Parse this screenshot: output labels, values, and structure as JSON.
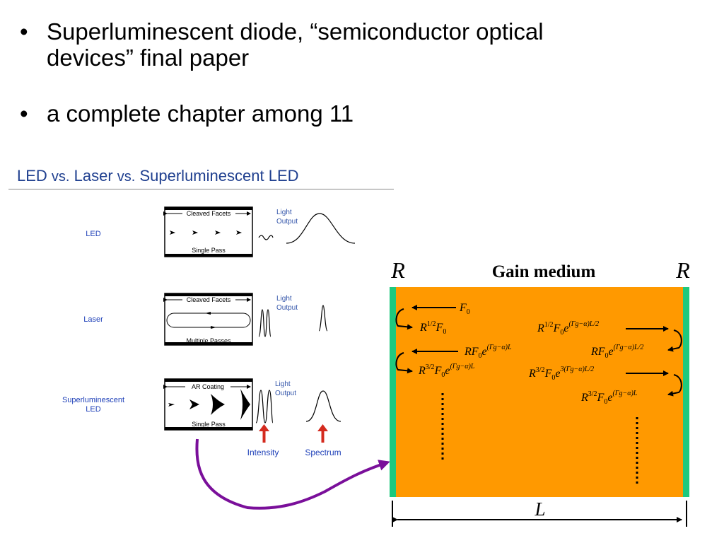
{
  "bullets": [
    {
      "line1": "Superluminescent diode, “semiconductor optical",
      "line2": "devices” final paper"
    },
    {
      "line1": "a complete chapter among 11"
    }
  ],
  "figure": {
    "title_parts": [
      "LED",
      "vs.",
      "Laser",
      "vs.",
      "Superluminescent",
      "LED"
    ],
    "rows": [
      {
        "label": "LED",
        "box_top": "Cleaved Facets",
        "box_bottom": "Single Pass",
        "output": [
          "Light",
          "Output"
        ]
      },
      {
        "label": "Laser",
        "box_top": "Cleaved Facets",
        "box_bottom": "Multiple Passes",
        "output": [
          "Light",
          "Output"
        ]
      },
      {
        "label_lines": [
          "Superluminescent",
          "LED"
        ],
        "box_top": "AR Coating",
        "box_bottom": "Single Pass",
        "output": [
          "Light",
          "Output"
        ]
      }
    ],
    "intensity_label": "Intensity",
    "spectrum_label": "Spectrum"
  },
  "cavity": {
    "left_mirror": "R",
    "right_mirror": "R",
    "title": "Gain medium",
    "length_label": "L",
    "colors": {
      "medium": "#ff9900",
      "mirror": "#1ec97e",
      "arrow": "#7a0f9a"
    }
  }
}
